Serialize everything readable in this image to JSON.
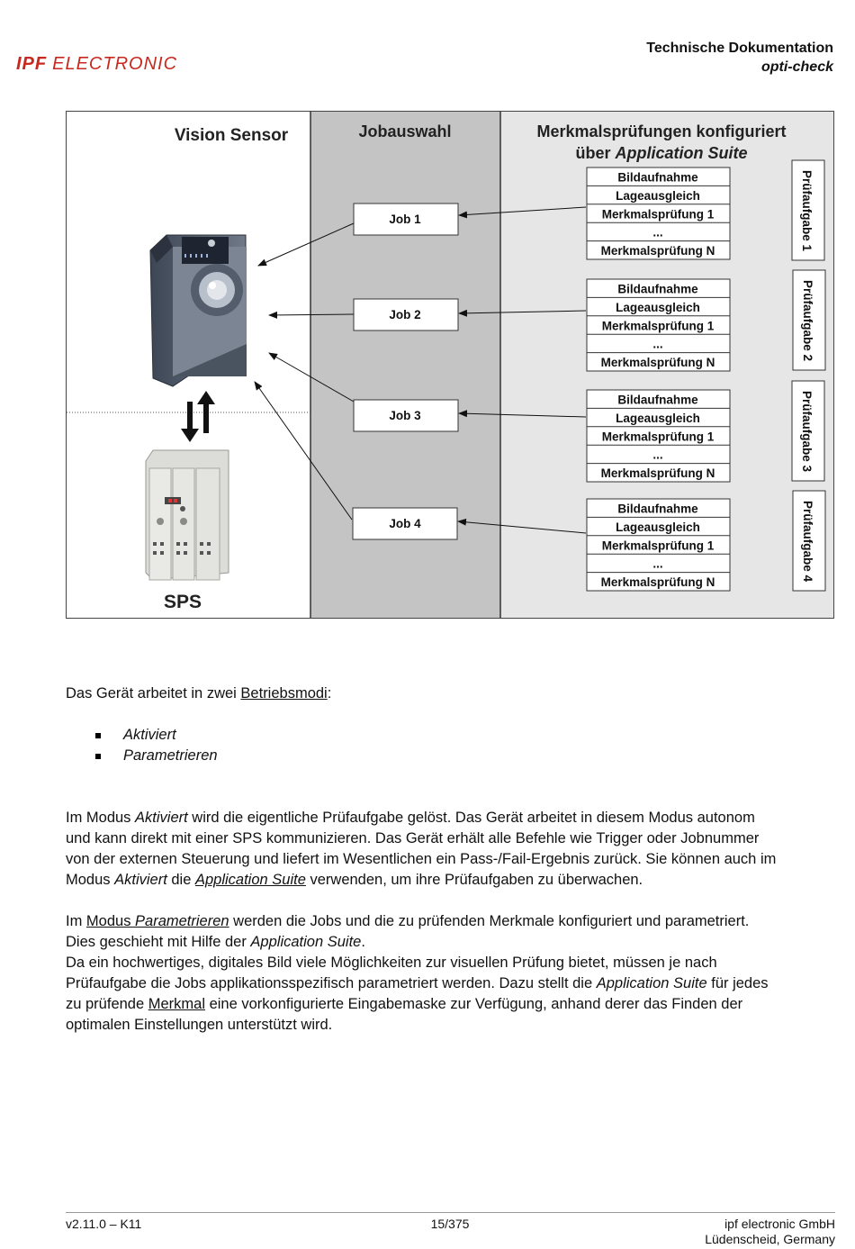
{
  "header": {
    "logo_bold": "IPF",
    "logo_rest": "ELECTRONIC",
    "title": "Technische Dokumentation",
    "subtitle": "opti-check"
  },
  "colors": {
    "logo_red": "#c8281e",
    "column_gray": "#c4c4c4",
    "column_light": "#e6e6e6"
  },
  "diagram": {
    "col1_title": "Vision Sensor",
    "col2_title": "Jobauswahl",
    "col3_title_line1": "Merkmalsprüfungen konfiguriert",
    "col3_title_line2_prefix": "über ",
    "col3_title_line2_italic": "Application Suite",
    "plc_label": "SPS",
    "jobs": [
      "Job 1",
      "Job 2",
      "Job 3",
      "Job 4"
    ],
    "steps": [
      "Bildaufnahme",
      "Lageausgleich",
      "Merkmalsprüfung 1",
      "...",
      "Merkmalsprüfung N"
    ],
    "tasks": [
      "Prüfaufgabe 1",
      "Prüfaufgabe 2",
      "Prüfaufgabe 3",
      "Prüfaufgabe 4"
    ]
  },
  "text": {
    "intro_pre": "Das Gerät arbeitet in zwei ",
    "intro_link": "Betriebsmodi",
    "intro_post": ":",
    "bullets": [
      "Aktiviert",
      "Parametrieren"
    ],
    "p1": {
      "a": "Im Modus ",
      "b": "Aktiviert",
      "c": " wird die eigentliche Prüfaufgabe gelöst. Das Gerät arbeitet in diesem Modus autonom",
      "line2": "und kann direkt mit einer SPS kommunizieren. Das Gerät erhält alle Befehle wie Trigger oder Jobnummer",
      "line3": "von der externen Steuerung und liefert im Wesentlichen ein Pass-/Fail-Ergebnis zurück. Sie können auch im",
      "l4a": "Modus ",
      "l4b": "Aktiviert",
      "l4c": " die ",
      "l4d": "Application Suite",
      "l4e": " verwenden, um ihre Prüfaufgaben zu überwachen."
    },
    "p2": {
      "a": "Im ",
      "b": "Modus ",
      "c": "Parametrieren",
      "d": " werden die Jobs und die zu prüfenden Merkmale konfiguriert und parametriert.",
      "l2a": "Dies geschieht mit Hilfe der ",
      "l2b": "Application Suite",
      "l2c": ".",
      "line3": "Da ein hochwertiges, digitales Bild viele Möglichkeiten zur visuellen Prüfung bietet, müssen je nach",
      "l4a": "Prüfaufgabe die Jobs applikationsspezifisch parametriert werden. Dazu stellt die ",
      "l4b": "Application Suite",
      "l4c": " für jedes",
      "l5a": "zu prüfende ",
      "l5b": "Merkmal",
      "l5c": " eine vorkonfigurierte Eingabemaske zur Verfügung, anhand derer das Finden der",
      "line6": "optimalen Einstellungen unterstützt wird."
    }
  },
  "footer": {
    "version": "v2.11.0 – K11",
    "page": "15/375",
    "company": "ipf electronic GmbH",
    "city": "Lüdenscheid, Germany"
  }
}
